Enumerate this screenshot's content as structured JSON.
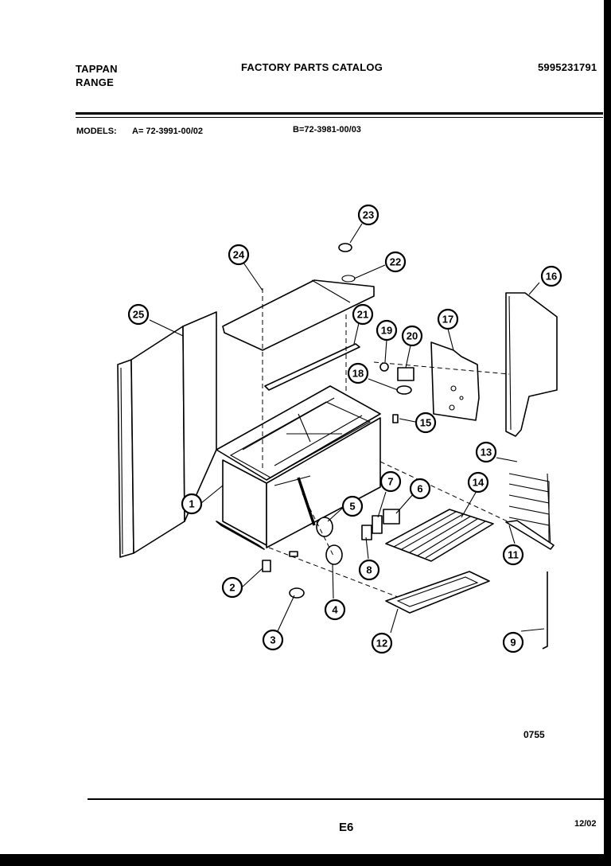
{
  "header": {
    "brand": "TAPPAN",
    "product": "RANGE",
    "catalog_title": "FACTORY PARTS CATALOG",
    "catalog_number": "5995231791"
  },
  "models": {
    "label": "MODELS:",
    "model_a": "A= 72-3991-00/02",
    "model_b": "B=72-3981-00/03"
  },
  "diagram": {
    "drawing_code": "0755",
    "callouts": [
      "1",
      "2",
      "3",
      "4",
      "5",
      "6",
      "7",
      "8",
      "9",
      "11",
      "12",
      "13",
      "14",
      "15",
      "16",
      "17",
      "18",
      "19",
      "20",
      "21",
      "22",
      "23",
      "24",
      "25"
    ]
  },
  "footer": {
    "page": "E6",
    "date": "12/02"
  }
}
